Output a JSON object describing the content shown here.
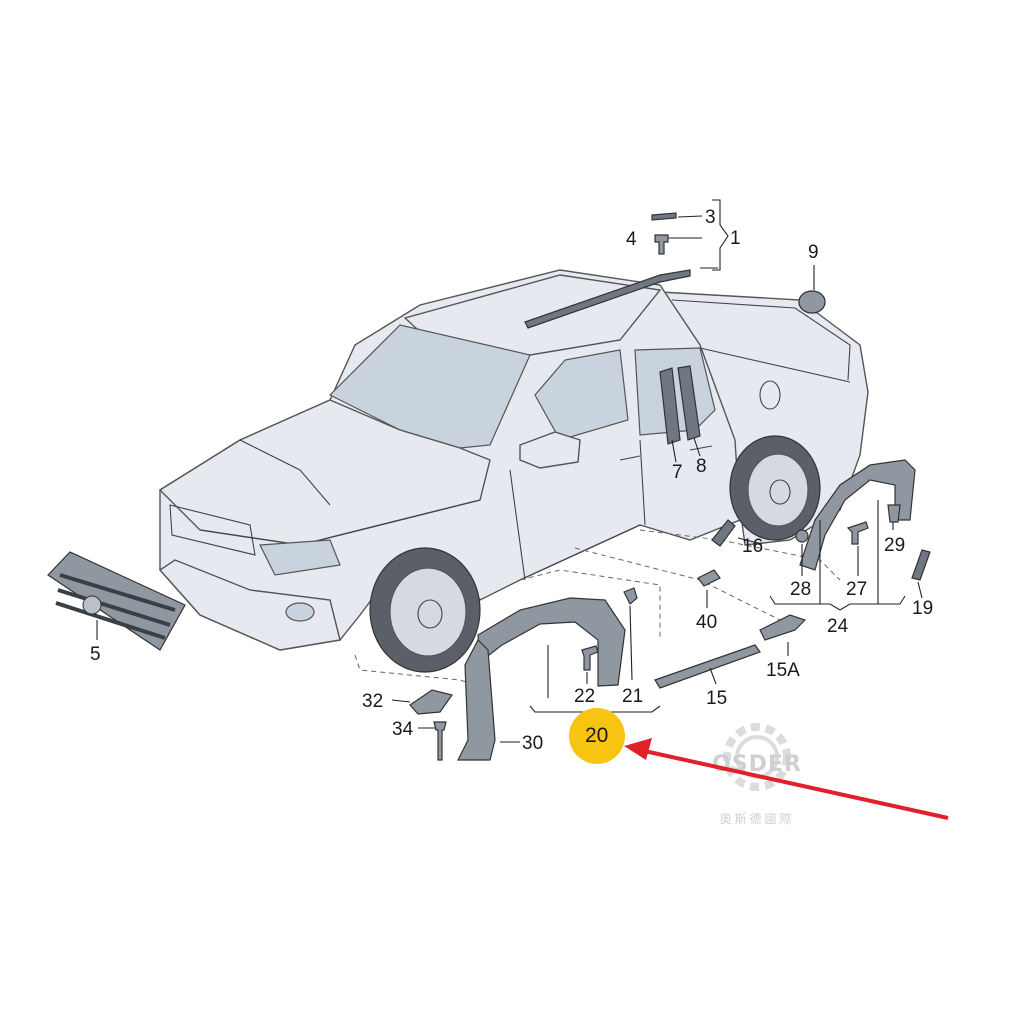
{
  "callouts": {
    "c1": "1",
    "c3": "3",
    "c4": "4",
    "c5": "5",
    "c7": "7",
    "c8": "8",
    "c9": "9",
    "c15": "15",
    "c15a": "15A",
    "c16": "16",
    "c19": "19",
    "c20": "20",
    "c21": "21",
    "c22": "22",
    "c24": "24",
    "c27": "27",
    "c28": "28",
    "c29": "29",
    "c30": "30",
    "c32": "32",
    "c34": "34",
    "c40": "40"
  },
  "highlight": {
    "color": "#f7c411",
    "arrow_color": "#e0202a"
  },
  "watermark": {
    "brand": "OSDER",
    "sub": "奧斯德國際"
  },
  "icons": {
    "watermark_gear": "gear-icon",
    "pointer": "arrow-icon"
  }
}
